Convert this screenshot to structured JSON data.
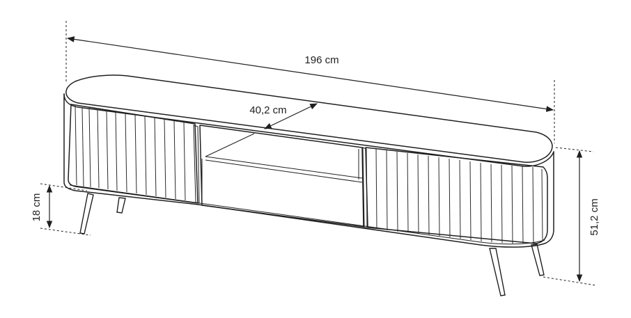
{
  "dimensions": {
    "length_label": "196 cm",
    "depth_label": "40,2 cm",
    "leg_height_label": "18 cm",
    "total_height_label": "51,2 cm"
  }
}
